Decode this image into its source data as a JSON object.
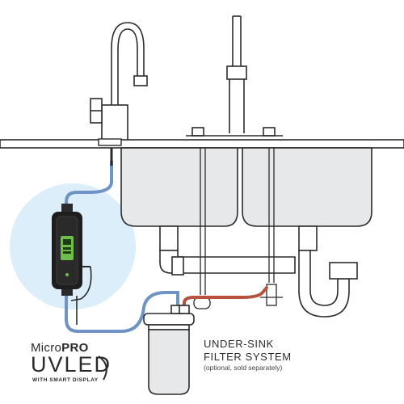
{
  "brand": {
    "name_prefix": "Micro",
    "name_bold": "PRO",
    "product": "UVLED",
    "tagline": "WITH SMART DISPLAY"
  },
  "filter_label": {
    "line1": "UNDER-SINK",
    "line2": "FILTER SYSTEM",
    "note": "(optional, sold separately)"
  },
  "colors": {
    "line": "#2b2b2b",
    "sink_fill": "#e6e8ea",
    "blue_tube": "#6f93c4",
    "red_tube": "#b5533d",
    "halo": "#dbeefa",
    "unit_body": "#1e1e1e",
    "display_green": "#6cc04a"
  }
}
